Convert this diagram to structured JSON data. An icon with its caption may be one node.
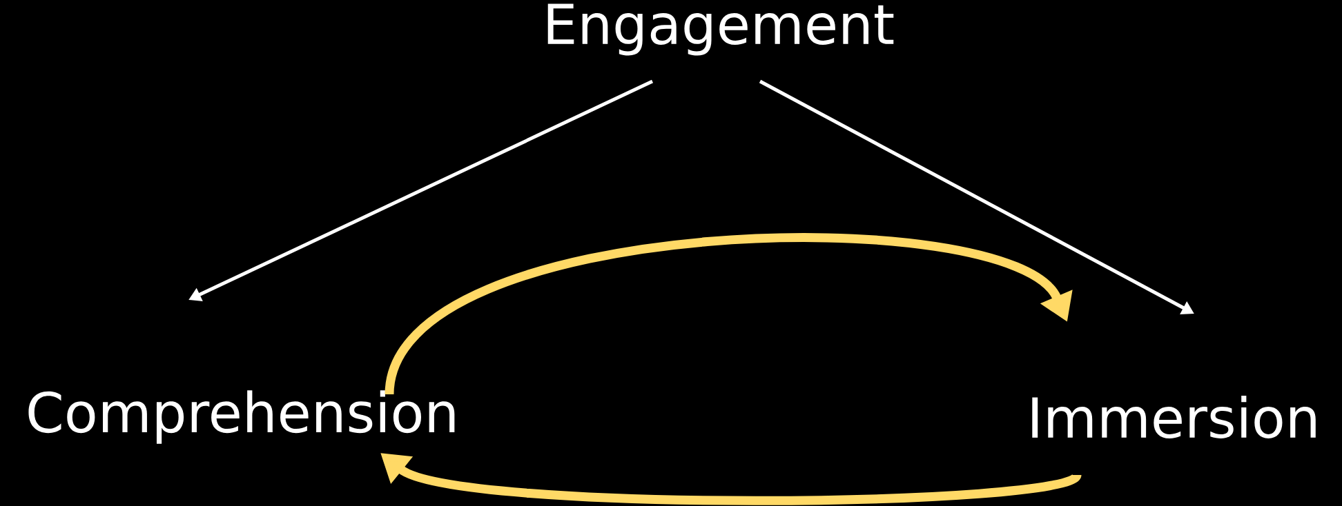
{
  "diagram": {
    "nodes": [
      {
        "text": [
          "Engagement"
        ]
      },
      {
        "text": [
          "Comprehension"
        ]
      },
      {
        "text": [
          "Immersion"
        ]
      }
    ],
    "edges": [
      {
        "from": 0,
        "to": 1,
        "arrow": "to"
      },
      {
        "from": 0,
        "to": 2,
        "arrow": "to"
      },
      {
        "from": 1,
        "to": 2,
        "arrow": "to",
        "style": "thick",
        "color": "#ffd966"
      },
      {
        "from": 2,
        "to": 1,
        "arrow": "to",
        "style": "thick",
        "color": "#ffd966"
      }
    ]
  }
}
